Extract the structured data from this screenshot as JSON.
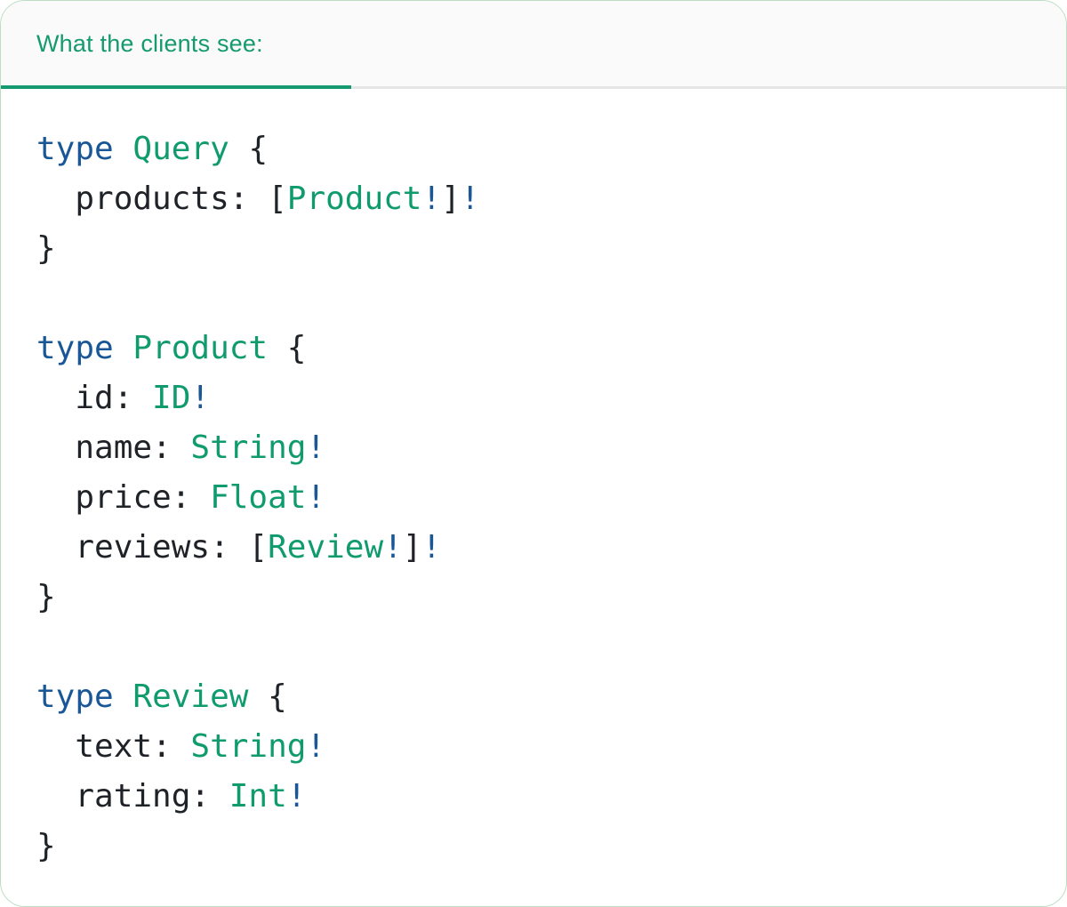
{
  "panel": {
    "tab_label": "What the clients see:"
  },
  "colors": {
    "accent_teal": "#0f9b6e",
    "keyword_blue": "#1a5796",
    "plain_dark": "#1f2328",
    "tab_text_teal": "#149a6e",
    "tab_underline_teal": "#149a6e",
    "divider_gray": "#e5e5e5",
    "card_border_green": "#bcdcc4",
    "tab_bar_bg": "#fafafa",
    "card_bg": "#ffffff"
  },
  "code": {
    "language": "graphql",
    "lines": [
      {
        "tokens": [
          {
            "text": "type",
            "style": "keyword"
          },
          {
            "text": " ",
            "style": "plain"
          },
          {
            "text": "Query",
            "style": "type"
          },
          {
            "text": " {",
            "style": "plain"
          }
        ]
      },
      {
        "tokens": [
          {
            "text": "  products: [",
            "style": "plain"
          },
          {
            "text": "Product",
            "style": "type"
          },
          {
            "text": "!",
            "style": "keyword"
          },
          {
            "text": "]",
            "style": "plain"
          },
          {
            "text": "!",
            "style": "keyword"
          }
        ]
      },
      {
        "tokens": [
          {
            "text": "}",
            "style": "plain"
          }
        ]
      },
      {
        "tokens": []
      },
      {
        "tokens": [
          {
            "text": "type",
            "style": "keyword"
          },
          {
            "text": " ",
            "style": "plain"
          },
          {
            "text": "Product",
            "style": "type"
          },
          {
            "text": " {",
            "style": "plain"
          }
        ]
      },
      {
        "tokens": [
          {
            "text": "  id: ",
            "style": "plain"
          },
          {
            "text": "ID",
            "style": "type"
          },
          {
            "text": "!",
            "style": "keyword"
          }
        ]
      },
      {
        "tokens": [
          {
            "text": "  name: ",
            "style": "plain"
          },
          {
            "text": "String",
            "style": "type"
          },
          {
            "text": "!",
            "style": "keyword"
          }
        ]
      },
      {
        "tokens": [
          {
            "text": "  price: ",
            "style": "plain"
          },
          {
            "text": "Float",
            "style": "type"
          },
          {
            "text": "!",
            "style": "keyword"
          }
        ]
      },
      {
        "tokens": [
          {
            "text": "  reviews: [",
            "style": "plain"
          },
          {
            "text": "Review",
            "style": "type"
          },
          {
            "text": "!",
            "style": "keyword"
          },
          {
            "text": "]",
            "style": "plain"
          },
          {
            "text": "!",
            "style": "keyword"
          }
        ]
      },
      {
        "tokens": [
          {
            "text": "}",
            "style": "plain"
          }
        ]
      },
      {
        "tokens": []
      },
      {
        "tokens": [
          {
            "text": "type",
            "style": "keyword"
          },
          {
            "text": " ",
            "style": "plain"
          },
          {
            "text": "Review",
            "style": "type"
          },
          {
            "text": " {",
            "style": "plain"
          }
        ]
      },
      {
        "tokens": [
          {
            "text": "  text: ",
            "style": "plain"
          },
          {
            "text": "String",
            "style": "type"
          },
          {
            "text": "!",
            "style": "keyword"
          }
        ]
      },
      {
        "tokens": [
          {
            "text": "  rating: ",
            "style": "plain"
          },
          {
            "text": "Int",
            "style": "type"
          },
          {
            "text": "!",
            "style": "keyword"
          }
        ]
      },
      {
        "tokens": [
          {
            "text": "}",
            "style": "plain"
          }
        ]
      }
    ]
  }
}
